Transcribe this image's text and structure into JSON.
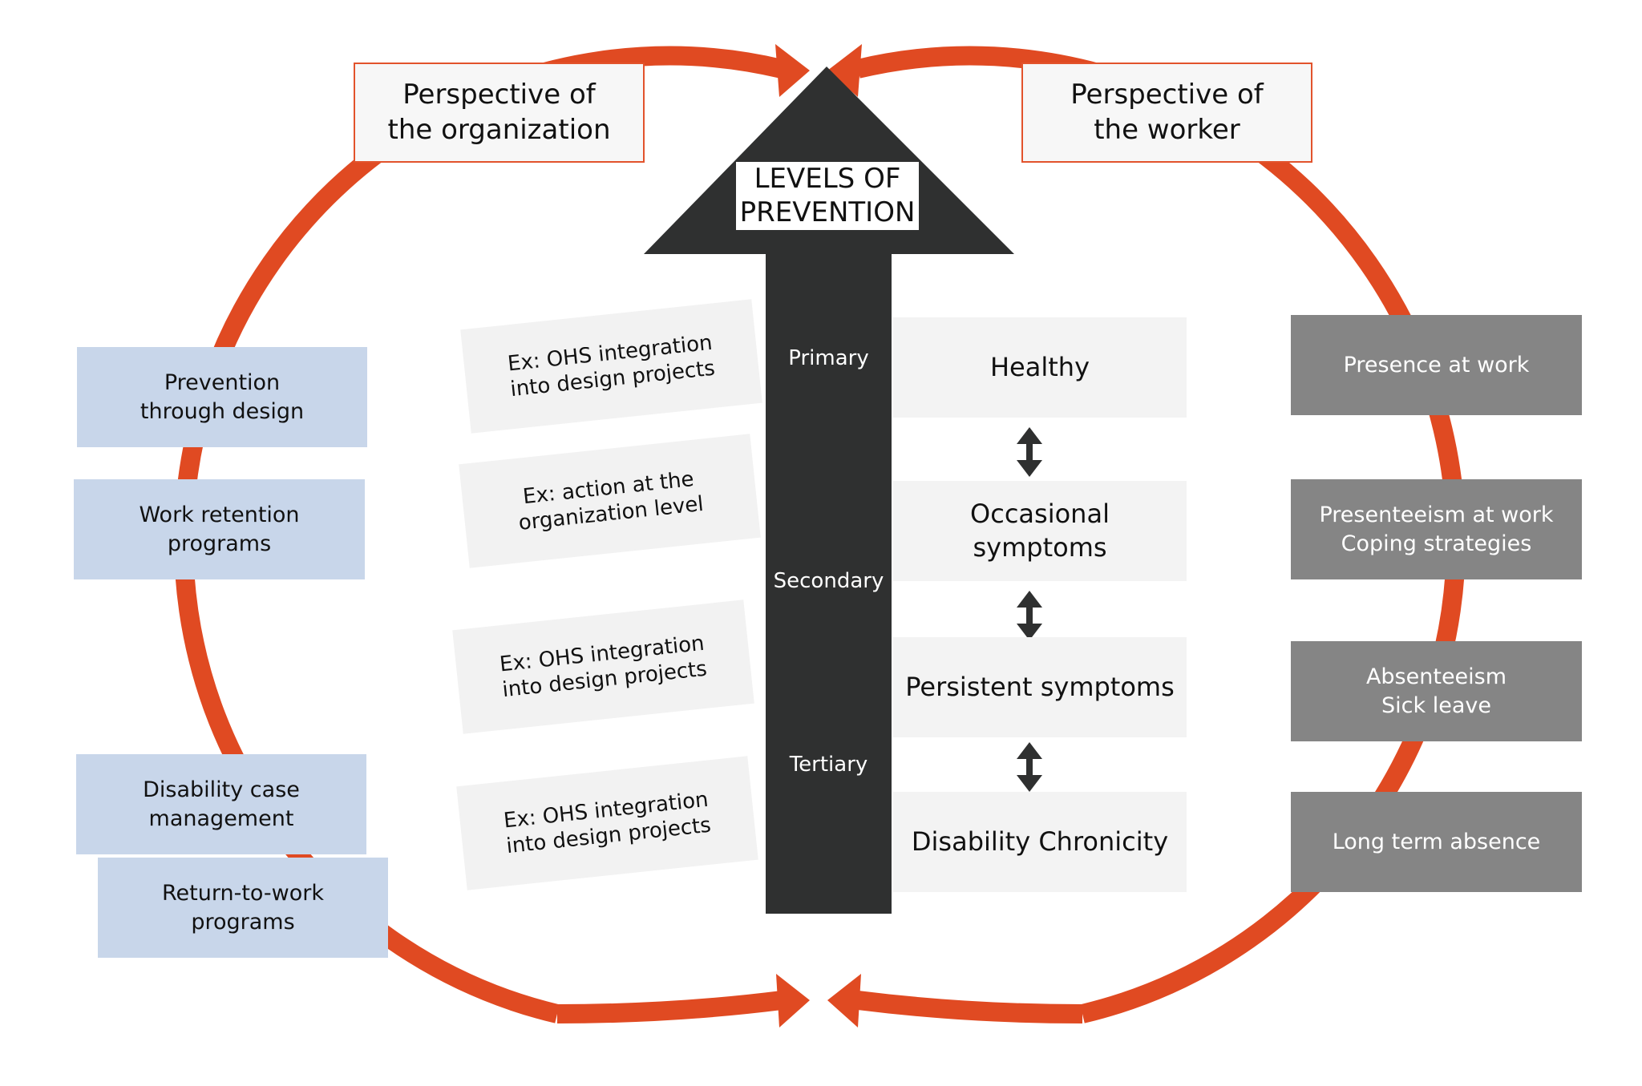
{
  "perspectives": {
    "organization": "Perspective of\nthe organization",
    "worker": "Perspective of\nthe worker"
  },
  "levels_title": "LEVELS OF\nPREVENTION",
  "levels": {
    "primary": "Primary",
    "secondary": "Secondary",
    "tertiary": "Tertiary"
  },
  "organization_programs": [
    "Prevention\nthrough design",
    "Work retention\nprograms",
    "Disability case\nmanagement",
    "Return-to-work\nprograms"
  ],
  "examples": [
    "Ex: OHS integration\ninto design projects",
    "Ex: action at the\norganization level",
    "Ex: OHS integration\ninto design projects",
    "Ex: OHS integration\ninto design projects"
  ],
  "health_states": [
    "Healthy",
    "Occasional\nsymptoms",
    "Persistent symptoms",
    "Disability Chronicity"
  ],
  "worker_outcomes": [
    "Presence at work",
    "Presenteeism at work\nCoping strategies",
    "Absenteeism\nSick leave",
    "Long term absence"
  ],
  "colors": {
    "cycle_arrow": "#e04a22",
    "central_arrow": "#2f3030",
    "organization_box": "#c8d6ea",
    "worker_box": "#858585"
  }
}
